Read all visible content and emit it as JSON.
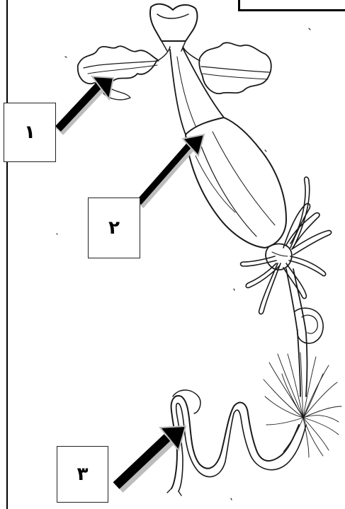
{
  "labels": {
    "label_1": "١",
    "label_2": "٢",
    "label_3": "٣"
  },
  "colors": {
    "ink": "#000000",
    "paper": "#ffffff",
    "arrow_shadow": "#bdbdbd"
  }
}
